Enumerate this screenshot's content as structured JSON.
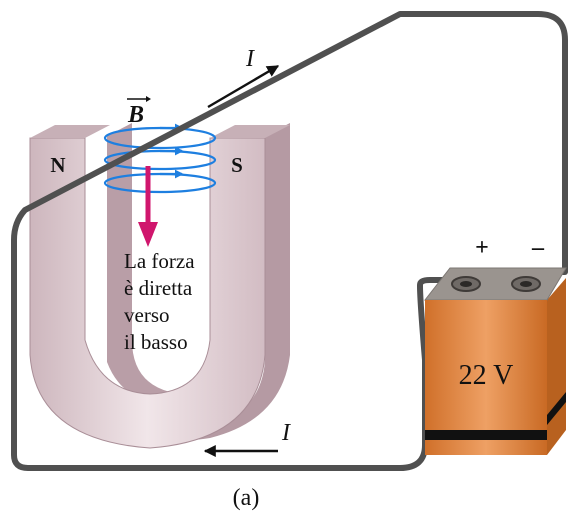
{
  "figure": {
    "caption": "(a)",
    "current_top_label": "I",
    "current_bottom_label": "I",
    "field_label": "B",
    "magnet": {
      "north_label": "N",
      "south_label": "S"
    },
    "force_text": [
      "La forza",
      "è diretta",
      "verso",
      "il basso"
    ],
    "battery": {
      "voltage": "22 V",
      "plus_label": "+",
      "minus_label": "–"
    },
    "colors": {
      "wire": "#505050",
      "field_lines": "#1e7fe0",
      "force_arrow": "#d0166d",
      "battery_body": "#e48a3c",
      "magnet_face": "#dcc9cf"
    }
  }
}
